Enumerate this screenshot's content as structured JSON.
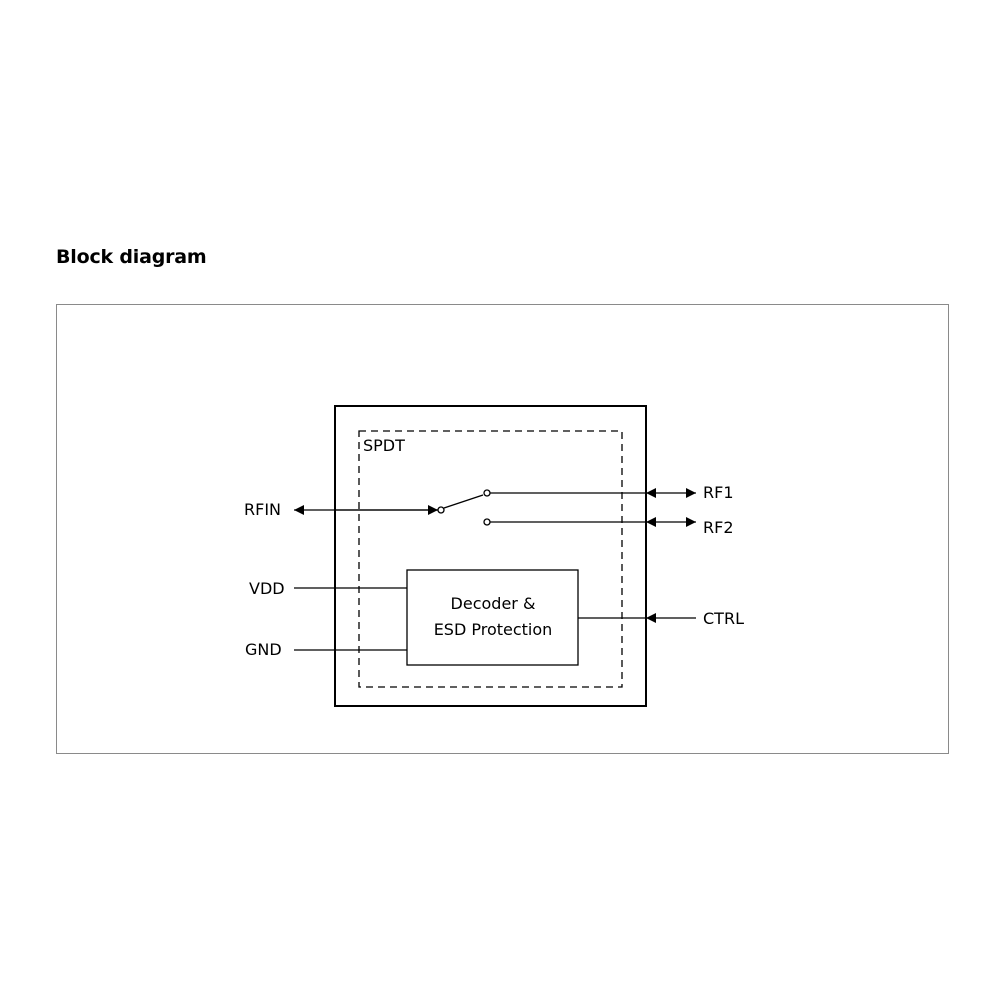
{
  "heading": "Block diagram",
  "diagram": {
    "spdt_label": "SPDT",
    "decoder_line1": "Decoder &",
    "decoder_line2": "ESD Protection",
    "pins": {
      "rfin": "RFIN",
      "vdd": "VDD",
      "gnd": "GND",
      "rf1": "RF1",
      "rf2": "RF2",
      "ctrl": "CTRL"
    }
  }
}
